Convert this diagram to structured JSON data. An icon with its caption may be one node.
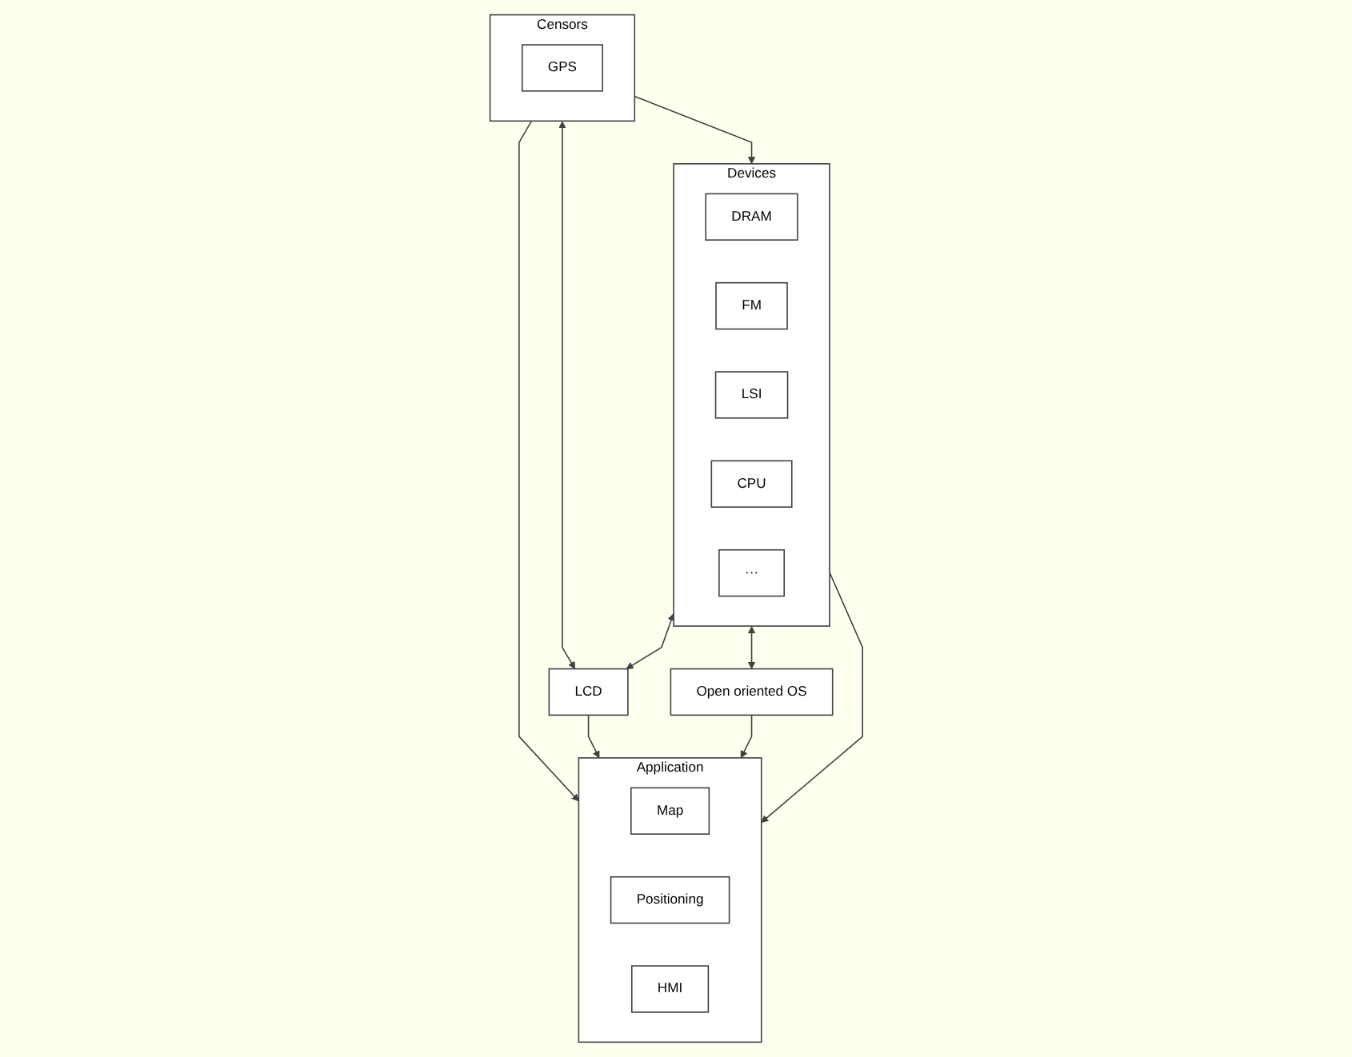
{
  "diagram": {
    "nodes": [
      {
        "text": [
          "Censors"
        ]
      },
      {
        "text": [
          "GPS"
        ],
        "in": 0
      },
      {
        "text": [
          "Devices"
        ]
      },
      {
        "text": [
          "DRAM"
        ],
        "in": 2
      },
      {
        "text": [
          "FM"
        ],
        "in": 2
      },
      {
        "text": [
          "LSI"
        ],
        "in": 2
      },
      {
        "text": [
          "CPU"
        ],
        "in": 2
      },
      {
        "text": [
          "···"
        ],
        "in": 2
      },
      {
        "text": [
          "LCD"
        ]
      },
      {
        "text": [
          "Open oriented OS"
        ]
      },
      {
        "text": [
          "Application"
        ]
      },
      {
        "text": [
          "Map"
        ],
        "in": 10
      },
      {
        "text": [
          "Positioning"
        ],
        "in": 10
      },
      {
        "text": [
          "HMI"
        ],
        "in": 10
      }
    ],
    "edges": [
      {
        "from": 0,
        "to": 2,
        "arrow": "to"
      },
      {
        "from": 0,
        "to": 10,
        "arrow": "to"
      },
      {
        "from": 0,
        "to": 8,
        "arrow": "both"
      },
      {
        "from": 2,
        "to": 8,
        "arrow": "both"
      },
      {
        "from": 2,
        "to": 9,
        "arrow": "both"
      },
      {
        "from": 8,
        "to": 10,
        "arrow": "to"
      },
      {
        "from": 9,
        "to": 10,
        "arrow": "to"
      },
      {
        "from": 2,
        "to": 10,
        "arrow": "to"
      }
    ]
  }
}
